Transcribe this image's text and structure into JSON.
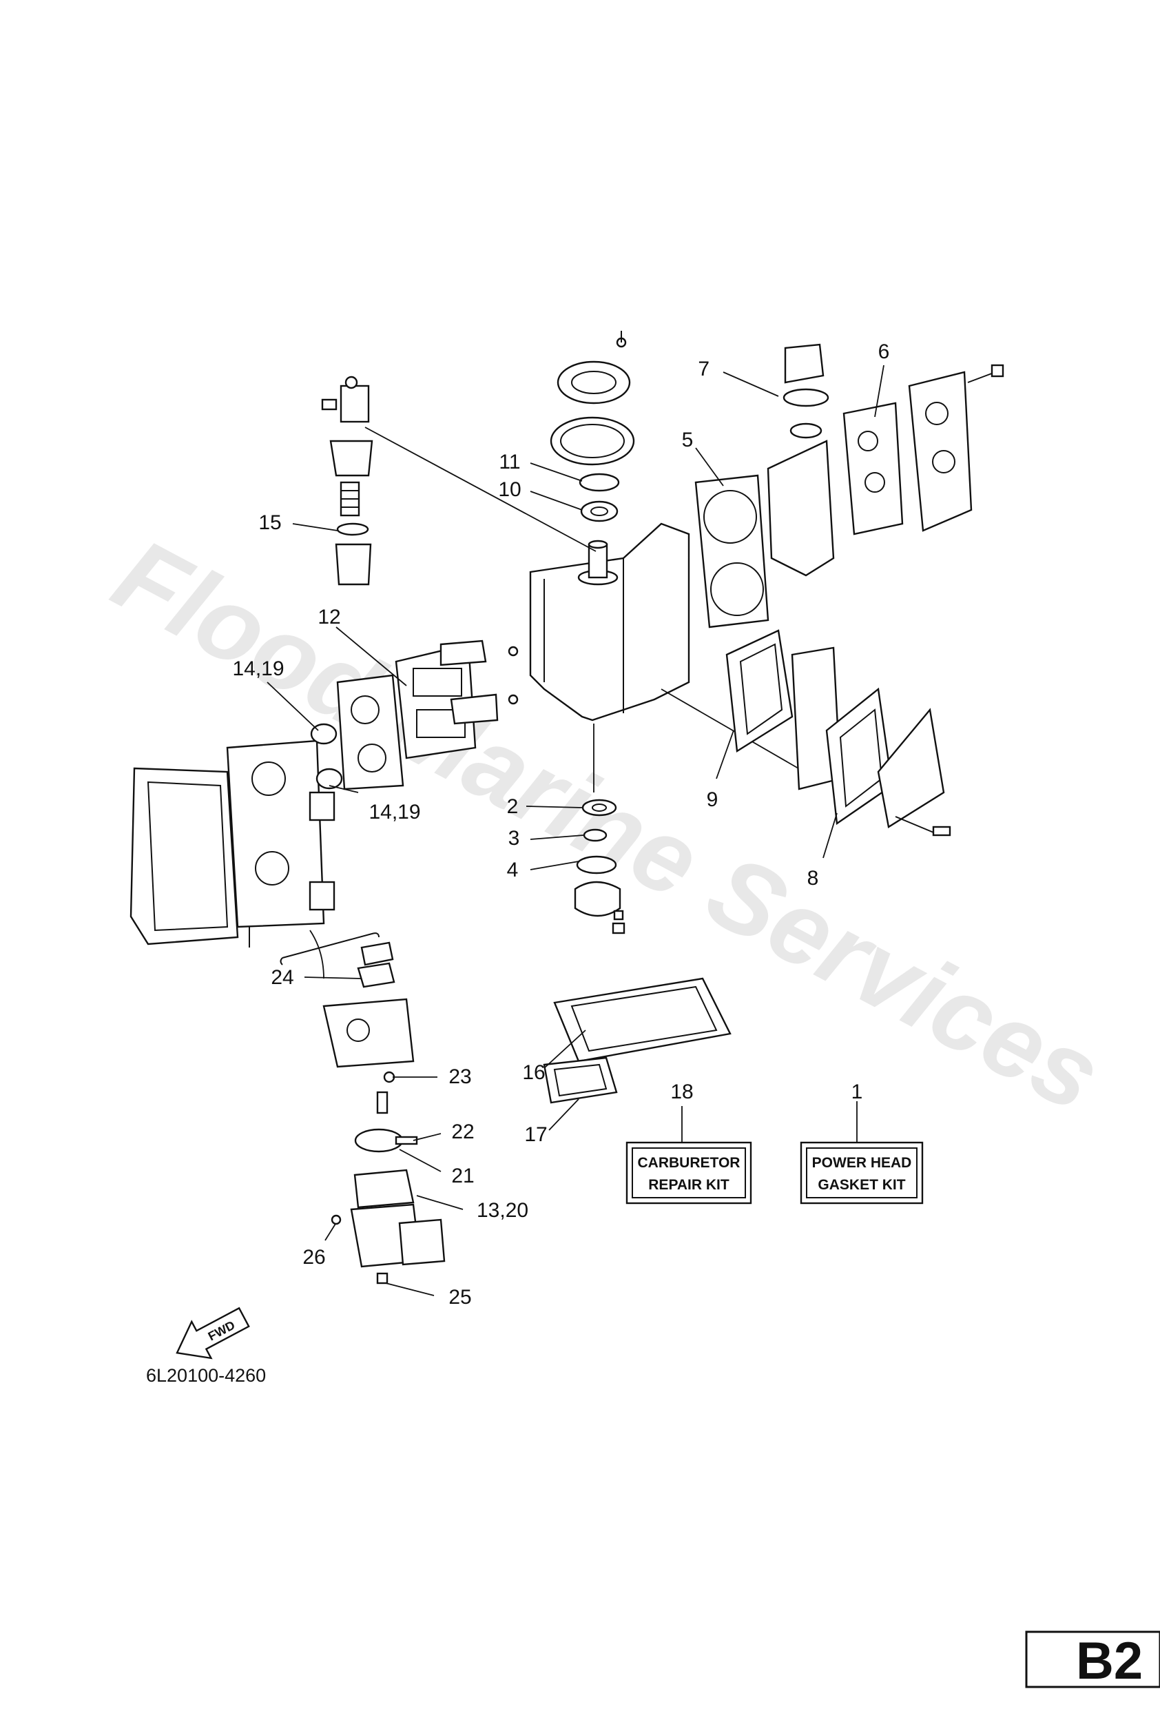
{
  "watermark": "Flood Marine Services",
  "drawing_number": "6L20100-4260",
  "page_code": "B2",
  "fwd_label": "FWD",
  "callouts": [
    "1",
    "2",
    "3",
    "4",
    "5",
    "6",
    "7",
    "8",
    "9",
    "10",
    "11",
    "12",
    "13,20",
    "14,19",
    "14,19",
    "15",
    "16",
    "17",
    "18",
    "21",
    "22",
    "23",
    "24",
    "25",
    "26"
  ],
  "kits": {
    "carburetor": {
      "callout": "18",
      "line1": "CARBURETOR",
      "line2": "REPAIR KIT"
    },
    "power_head": {
      "callout": "1",
      "line1": "POWER HEAD",
      "line2": "GASKET KIT"
    }
  }
}
